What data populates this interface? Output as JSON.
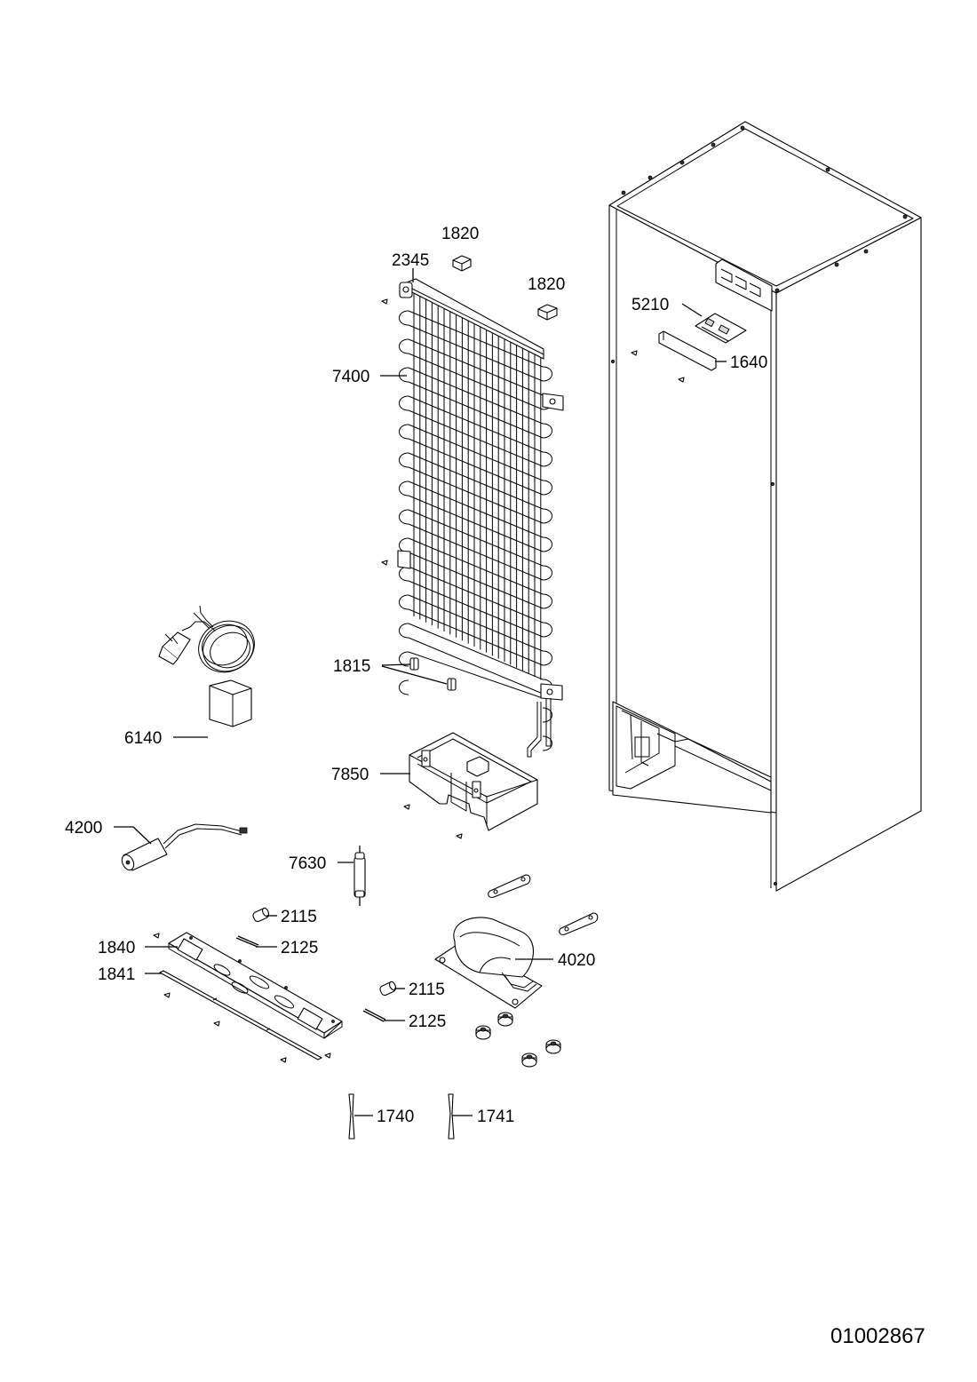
{
  "drawing_number": "01002867",
  "callouts": {
    "p1820a": "1820",
    "p1820b": "1820",
    "p2345": "2345",
    "p5210": "5210",
    "p7400": "7400",
    "p1640": "1640",
    "p1815": "1815",
    "p6140": "6140",
    "p7850": "7850",
    "p4200": "4200",
    "p7630": "7630",
    "p2115a": "2115",
    "p2115b": "2115",
    "p1840": "1840",
    "p2125a": "2125",
    "p2125b": "2125",
    "p1841": "1841",
    "p4020": "4020",
    "p1740": "1740",
    "p1741": "1741"
  }
}
